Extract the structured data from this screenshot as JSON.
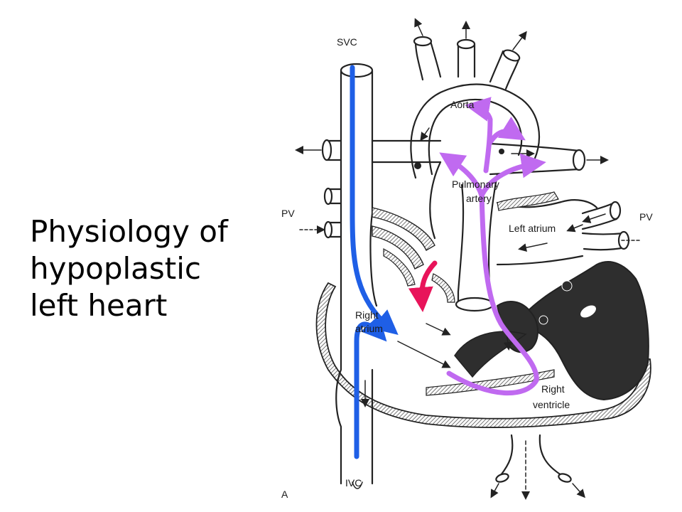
{
  "title": {
    "lines": [
      "Physiology of",
      "hypoplastic",
      "left heart"
    ]
  },
  "diagram": {
    "labels": {
      "svc": "SVC",
      "ivc": "IVC",
      "aorta": "Aorta",
      "pulmonary_artery_1": "Pulmonary",
      "pulmonary_artery_2": "artery",
      "left_atrium": "Left atrium",
      "right_atrium_1": "Right",
      "right_atrium_2": "atrium",
      "right_ventricle_1": "Right",
      "right_ventricle_2": "ventricle",
      "pv_left": "PV",
      "pv_right": "PV",
      "panel": "A"
    },
    "colors": {
      "systemic_venous_flow": "#1f5fe6",
      "pulmonary_flow": "#c06af0",
      "atrial_shunt": "#e8145a",
      "hypoplastic_tissue": "#2e2e2e",
      "outline": "#222222"
    },
    "arrows": [
      {
        "name": "systemic-venous-svc-arrow",
        "color": "systemic_venous_flow"
      },
      {
        "name": "systemic-venous-ivc-arrow",
        "color": "systemic_venous_flow"
      },
      {
        "name": "pulmonary-flow-arrow",
        "color": "pulmonary_flow"
      },
      {
        "name": "atrial-shunt-arrow",
        "color": "atrial_shunt"
      }
    ]
  }
}
